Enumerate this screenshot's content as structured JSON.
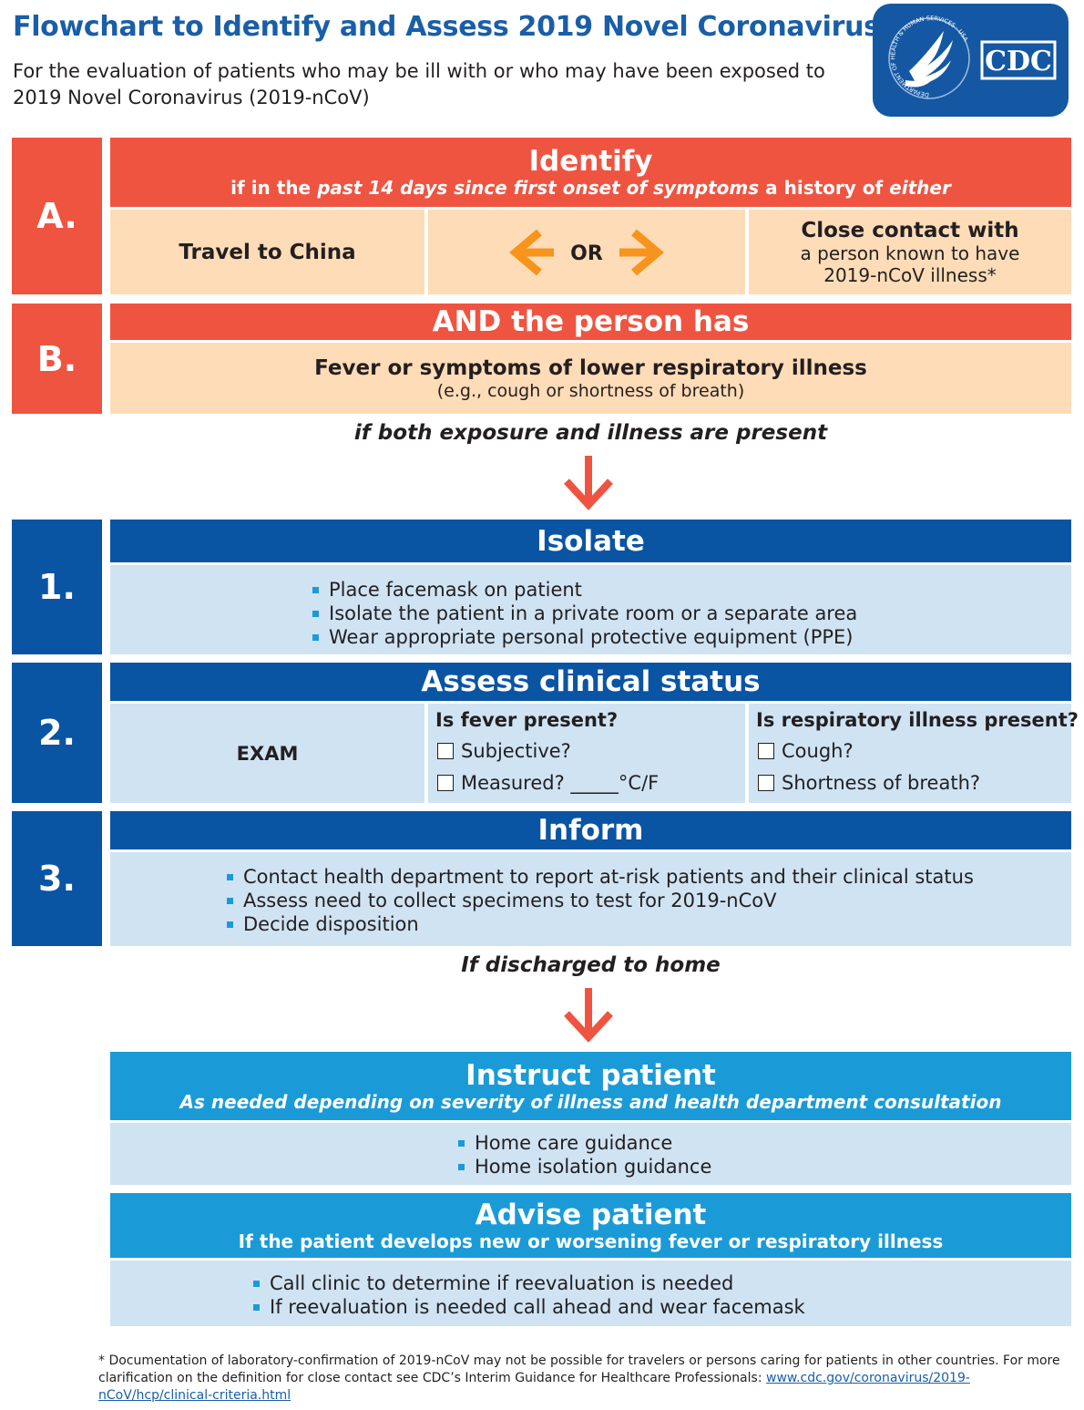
{
  "header": {
    "title": "Flowchart to Identify and Assess 2019 Novel Coronavirus",
    "subtitle": "For the evaluation of patients who may be ill with or who may have been exposed to 2019 Novel Coronavirus (2019-nCoV)",
    "logo_text": "CDC",
    "seal_text": "DEPARTMENT OF HEALTH & HUMAN SERVICES · USA"
  },
  "sectionA": {
    "letter": "A.",
    "title": "Identify",
    "sub_pre": "if in the",
    "sub_em": "past 14 days since first onset of symptoms",
    "sub_mid": "a history of",
    "sub_em2": "either",
    "option1": "Travel to China",
    "or": "OR",
    "option2_title": "Close contact with",
    "option2_line1": "a person known to have",
    "option2_line2": "2019-nCoV illness*"
  },
  "sectionB": {
    "letter": "B.",
    "title": "AND the person has",
    "main": "Fever or symptoms of lower respiratory illness",
    "sub": "(e.g., cough or shortness of breath)"
  },
  "connector1": "if both exposure and illness are present",
  "step1": {
    "letter": "1.",
    "title": "Isolate",
    "items": [
      "Place facemask on patient",
      "Isolate the patient in a private room or a separate area",
      "Wear appropriate personal protective equipment (PPE)"
    ]
  },
  "step2": {
    "letter": "2.",
    "title": "Assess clinical status",
    "exam": "EXAM",
    "fever_q": "Is fever present?",
    "fever_opts": [
      "Subjective?",
      "Measured? _____°C/F"
    ],
    "resp_q": "Is respiratory illness present?",
    "resp_opts": [
      "Cough?",
      "Shortness of breath?"
    ]
  },
  "step3": {
    "letter": "3.",
    "title": "Inform",
    "items": [
      "Contact health department to report at-risk patients and their clinical status",
      "Assess need to collect specimens to test for 2019-nCoV",
      "Decide disposition"
    ]
  },
  "connector2": "If discharged to home",
  "instruct": {
    "title": "Instruct patient",
    "sub": "As needed depending on severity of illness and health department consultation",
    "items": [
      "Home care guidance",
      "Home isolation guidance"
    ]
  },
  "advise": {
    "title": "Advise patient",
    "sub": "If the patient develops new or worsening fever or respiratory illness",
    "items": [
      "Call clinic to determine if reevaluation is needed",
      "If reevaluation is needed call ahead and wear facemask"
    ]
  },
  "footnote": {
    "text": "* Documentation of laboratory-confirmation of 2019-nCoV may not be possible for travelers or persons caring for patients in other countries. For more clarification on the definition for close contact see CDC’s Interim Guidance for Healthcare Professionals: ",
    "link": "www.cdc.gov/coronavirus/2019-nCoV/hcp/clinical-criteria.html"
  },
  "colors": {
    "red": "#ef5441",
    "navy": "#0a54a4",
    "cyan": "#1a9bd7",
    "peach": "#fedcb7",
    "light_blue": "#cfe3f3",
    "orange_arrow": "#f7941d",
    "title_blue": "#1a5ea8"
  }
}
